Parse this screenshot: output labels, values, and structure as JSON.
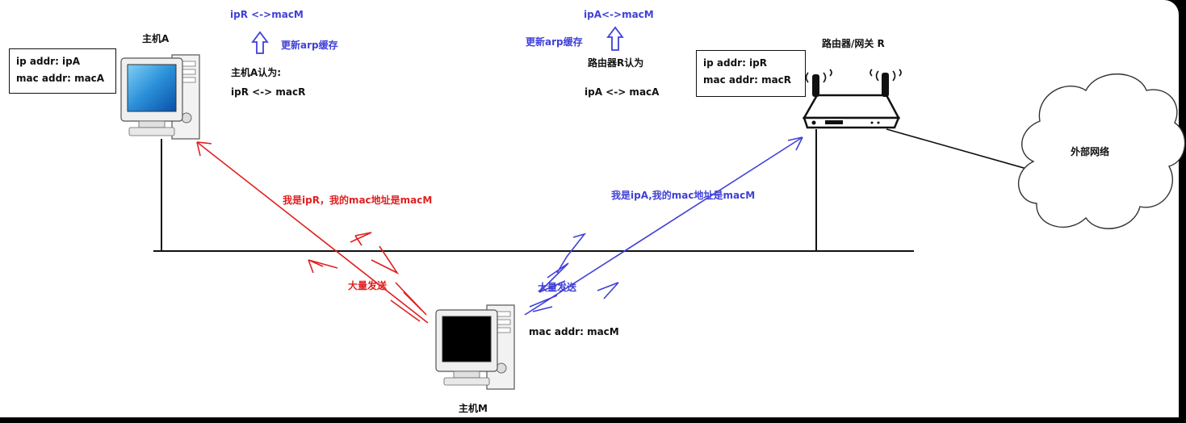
{
  "host_a": {
    "title": "主机A",
    "ip_row": "ip addr:  ipA",
    "mac_row": "mac addr:  macA",
    "believe_title": "主机A认为:",
    "believe_value": "ipR <-> macR",
    "updated_mapping": "ipR <->macM",
    "update_label": "更新arp缓存"
  },
  "router": {
    "title": "路由器/网关 R",
    "ip_row": "ip addr:  ipR",
    "mac_row": "mac addr:  macR",
    "believe_title": "路由器R认为",
    "believe_value": "ipA <-> macA",
    "updated_mapping": "ipA<->macM",
    "update_label": "更新arp缓存"
  },
  "host_m": {
    "title": "主机M",
    "mac_row": "mac addr:  macM"
  },
  "external": {
    "label": "外部网络"
  },
  "attack_to_a": {
    "message": "我是ipR，我的mac地址是macM",
    "flood_label": "大量发送"
  },
  "attack_to_r": {
    "message": "我是ipA,我的mac地址是macM",
    "flood_label": "大量发送"
  },
  "colors": {
    "red": "#e02020",
    "blue": "#4040d8",
    "background": "#ffffff",
    "frame": "#000000"
  }
}
